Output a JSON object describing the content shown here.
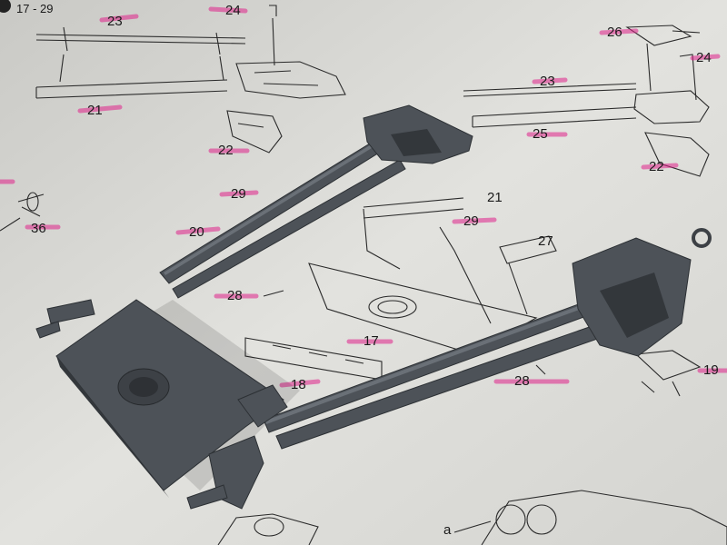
{
  "header_text": "17 - 29",
  "part_labels": {
    "p23": "23",
    "p24": "24",
    "p21_left": "21",
    "p22_left": "22",
    "p26": "26",
    "p24_right": "24",
    "p23_right": "23",
    "p25": "25",
    "p22_right": "22",
    "p29_a": "29",
    "p20": "20",
    "p36": "36",
    "p21_center": "21",
    "p29_b": "29",
    "p27": "27",
    "p28_left": "28",
    "p17": "17",
    "p18": "18",
    "p28_right": "28",
    "p19": "19",
    "p_a": "a"
  },
  "colors": {
    "paper": "#dcdcd8",
    "highlight": "#e0208a",
    "plastic": "#4d5258"
  }
}
